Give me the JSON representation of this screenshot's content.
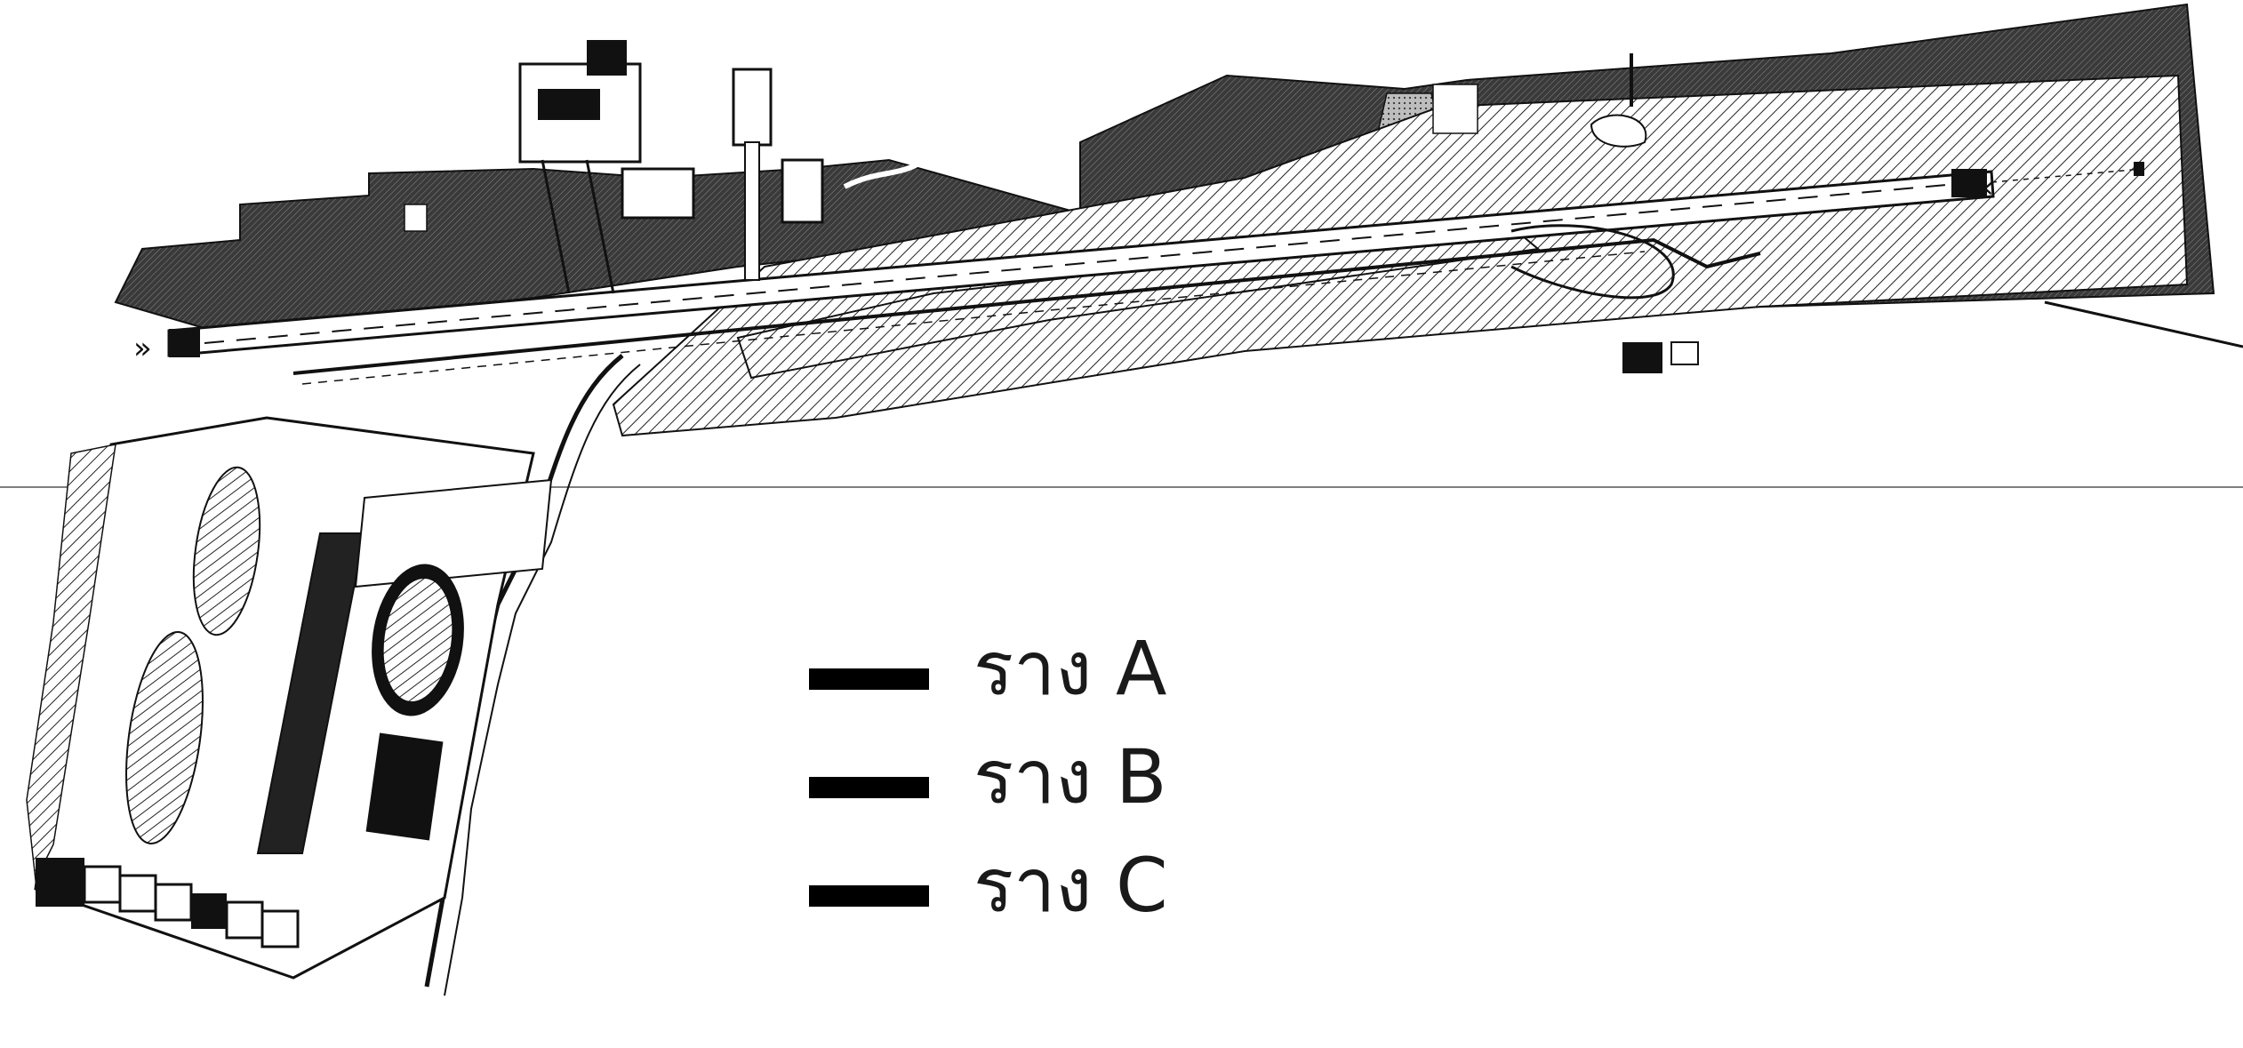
{
  "legend": {
    "items": [
      {
        "label": "ราง A",
        "color": "#000000"
      },
      {
        "label": "ราง B",
        "color": "#000000"
      },
      {
        "label": "ราง C",
        "color": "#000000"
      }
    ]
  },
  "map": {
    "style": "black-and-white airport site plan drawing",
    "runway_marker_left": "»",
    "runway_marker_right": "«"
  }
}
